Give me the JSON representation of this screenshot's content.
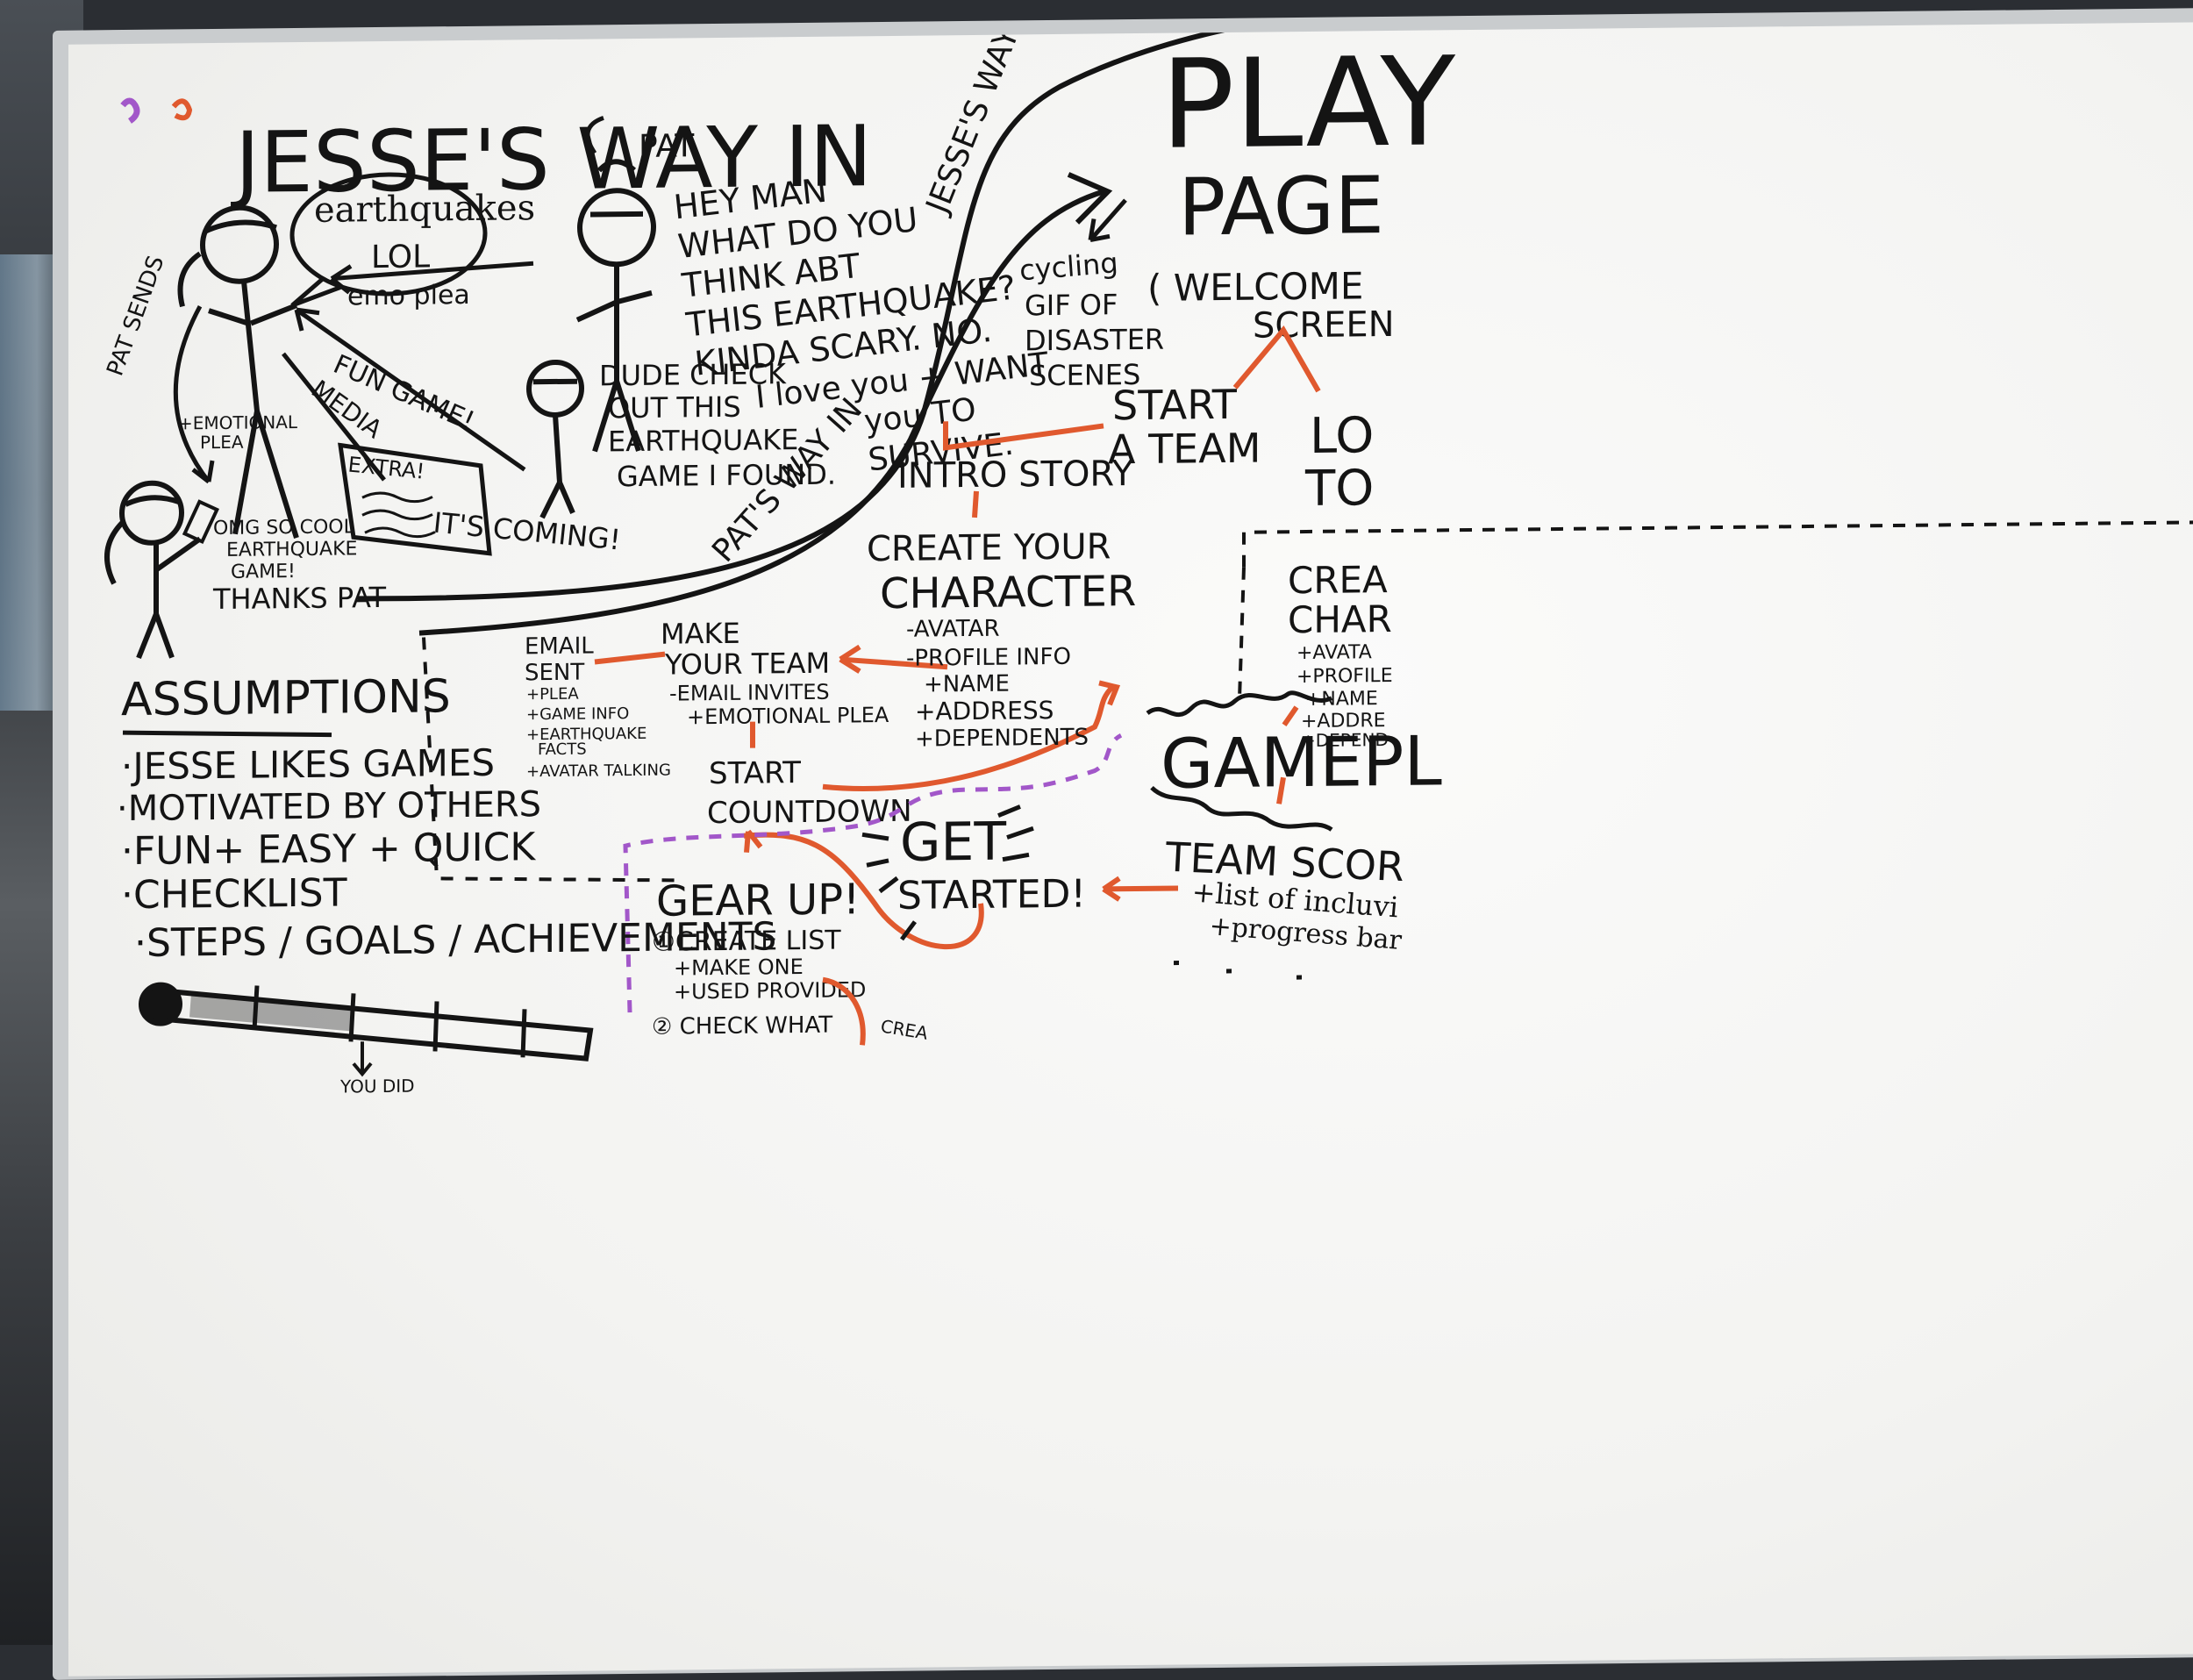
{
  "board": {
    "title": "JESSE'S WAY IN",
    "play_page": {
      "title_line1": "PLAY",
      "title_line2": "PAGE",
      "subtitle_line1": "( WELCOME",
      "subtitle_line2": "SCREEN"
    },
    "cycling_note": [
      "cycling",
      "GIF OF",
      "DISASTER",
      "SCENES"
    ],
    "jesse_path_label": "JESSE'S WAY IN",
    "pat_path_label": "PAT'S WAY IN",
    "jesse_speech": [
      "earthquakes",
      "LOL"
    ],
    "pat_name": "PAT",
    "pat_speech": [
      "HEY MAN",
      "WHAT DO YOU",
      "THINK ABT",
      "THIS EARTHQUAKE?",
      "KINDA SCARY. NO.",
      "I love you + WANT",
      "you TO",
      "SURVIVE."
    ],
    "emo_plea": "emo plea",
    "pat_sends": "PAT SENDS",
    "emotional_plea": [
      "+EMOTIONAL",
      "PLEA"
    ],
    "fun_game": "FUN GAME!",
    "media": "MEDIA",
    "dude_speech": [
      "DUDE CHECK",
      "OUT THIS",
      "EARTHQUAKE",
      "GAME I FOUND."
    ],
    "extra": "EXTRA!",
    "its_coming": "IT'S COMING!",
    "jesse_reply": [
      "OMG SO COOL",
      "EARTHQUAKE",
      "GAME!"
    ],
    "thanks_pat": "THANKS PAT",
    "start_team": [
      "START",
      "A TEAM"
    ],
    "lo_to": [
      "LO",
      "TO"
    ],
    "intro_story": "INTRO STORY",
    "create_character": {
      "title_line1": "CREATE YOUR",
      "title_line2": "CHARACTER",
      "items": [
        "-AVATAR",
        "-PROFILE INFO",
        "+NAME",
        "+ADDRESS",
        "+DEPENDENTS"
      ]
    },
    "create_char_right": {
      "title_line1": "CREA",
      "title_line2": "CHAR",
      "items": [
        "+AVATA",
        "+PROFILE",
        "+NAME",
        "+ADDRE",
        "+DEPEND"
      ]
    },
    "make_team": {
      "title_line1": "MAKE",
      "title_line2": "YOUR TEAM",
      "items": [
        "-EMAIL INVITES",
        "+EMOTIONAL PLEA"
      ]
    },
    "email_sent": {
      "title_line1": "EMAIL",
      "title_line2": "SENT",
      "items": [
        "+PLEA",
        "+GAME INFO",
        "+EARTHQUAKE",
        "FACTS",
        "+AVATAR TALKING"
      ]
    },
    "start_countdown": [
      "START",
      "COUNTDOWN"
    ],
    "get_started": [
      "GET",
      "STARTED!"
    ],
    "gameplay": "GAMEPL",
    "team_score": {
      "title": "TEAM SCOR",
      "items": [
        "+list of incluvi",
        "+progress bar"
      ]
    },
    "gear_up": {
      "title": "GEAR UP!",
      "items": [
        "①CREATE LIST",
        "+MAKE ONE",
        "+USED PROVIDED",
        "② CHECK WHAT"
      ]
    },
    "crea_bottom": "CREA",
    "assumptions": {
      "title": "ASSUMPTIONS",
      "items": [
        "·JESSE LIKES GAMES",
        "·MOTIVATED BY OTHERS",
        "·FUN+ EASY + QUICK",
        "·CHECKLIST",
        "·STEPS / GOALS / ACHIEVEMENTS"
      ]
    },
    "you_did": "YOU DID",
    "colors": {
      "ink": "#141414",
      "orange": "#e0592e",
      "purple": "#a257c9",
      "board": "#f6f6f4"
    }
  }
}
